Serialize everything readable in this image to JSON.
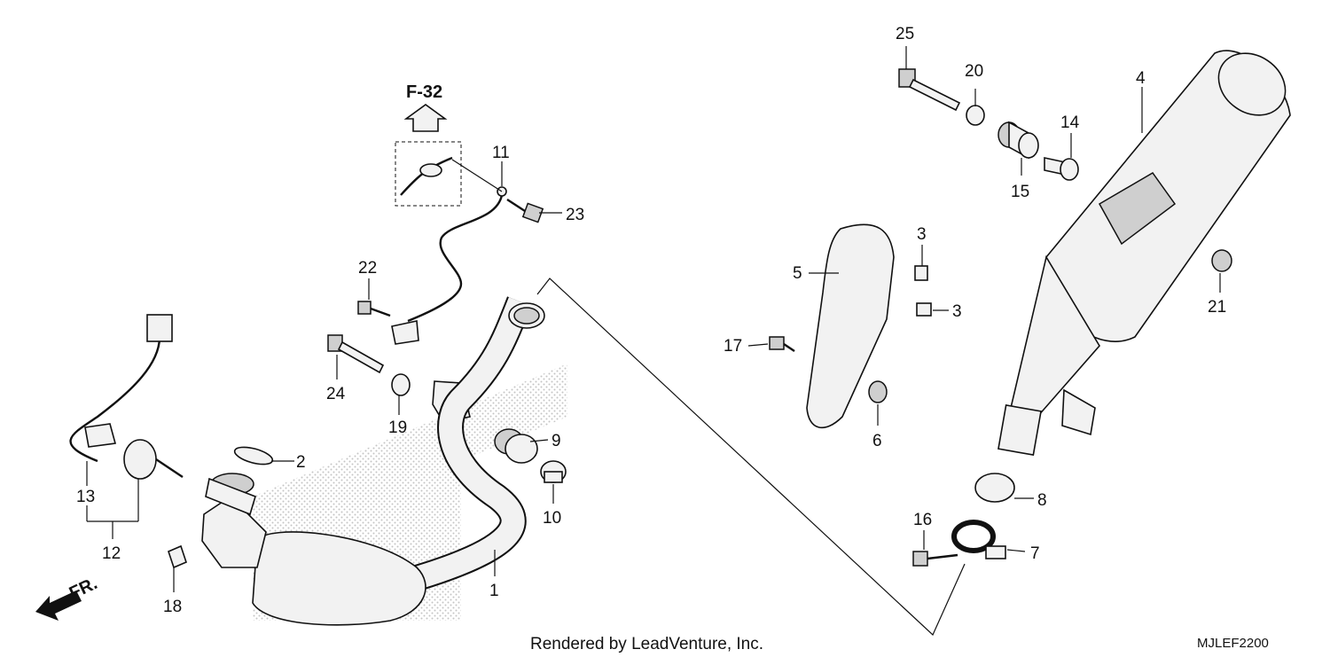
{
  "diagram": {
    "parts": {
      "p1": "1",
      "p2": "2",
      "p3a": "3",
      "p3b": "3",
      "p4": "4",
      "p5": "5",
      "p6": "6",
      "p7": "7",
      "p8": "8",
      "p9": "9",
      "p10": "10",
      "p11": "11",
      "p12": "12",
      "p13": "13",
      "p14": "14",
      "p15": "15",
      "p16": "16",
      "p17": "17",
      "p18": "18",
      "p19": "19",
      "p20": "20",
      "p21": "21",
      "p22": "22",
      "p23": "23",
      "p24": "24",
      "p25": "25"
    },
    "reference": "F-32",
    "direction": "FR.",
    "credit": "Rendered by LeadVenture, Inc.",
    "code": "MJLEF2200"
  }
}
